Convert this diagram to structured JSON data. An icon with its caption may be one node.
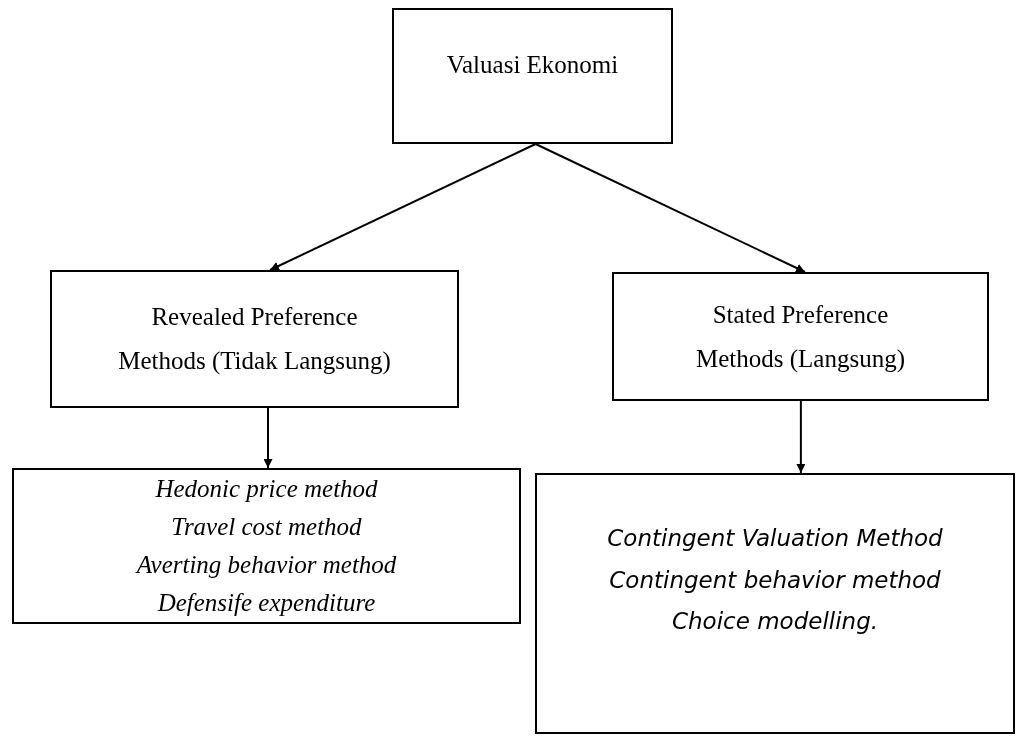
{
  "diagram": {
    "nodes": [
      {
        "text": [
          "Valuasi Ekonomi"
        ]
      },
      {
        "text": [
          "Revealed Preference Methods (Tidak Langsung)"
        ]
      },
      {
        "text": [
          "Stated Preference Methods (Langsung)"
        ]
      },
      {
        "text": [
          "Hedonic price method",
          "Travel cost method",
          "Averting behavior method",
          "Defensife expenditure"
        ]
      },
      {
        "text": [
          "Contingent Valuation Method",
          "Contingent behavior method",
          "Choice modelling."
        ]
      }
    ],
    "edges": [
      {
        "from": 0,
        "to": 1,
        "arrow": "to"
      },
      {
        "from": 0,
        "to": 2,
        "arrow": "to"
      },
      {
        "from": 1,
        "to": 3,
        "arrow": "to"
      },
      {
        "from": 2,
        "to": 4,
        "arrow": "to"
      }
    ]
  }
}
